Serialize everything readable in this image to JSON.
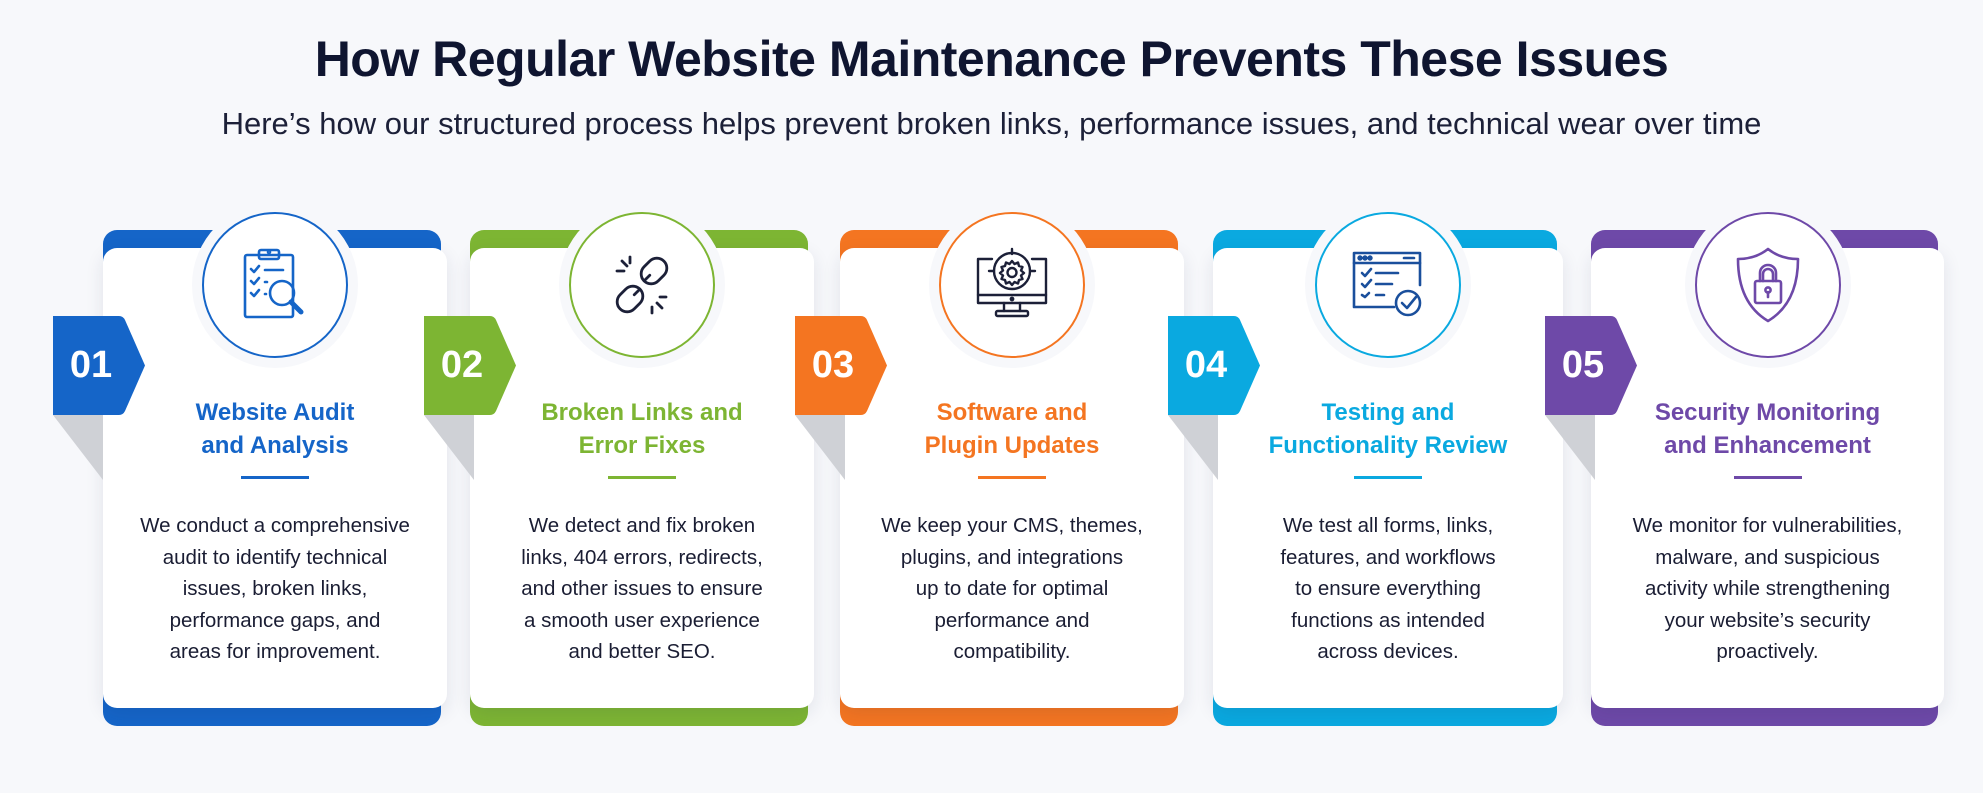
{
  "header": {
    "title": "How Regular Website Maintenance Prevents These Issues",
    "subtitle": "Here’s how our structured process helps prevent broken links, performance issues, and technical wear over time"
  },
  "steps": [
    {
      "number": "01",
      "title_line1": "Website Audit",
      "title_line2": "and Analysis",
      "text": [
        "We conduct a comprehensive",
        "audit to identify technical",
        "issues, broken links,",
        "performance gaps, and",
        "areas for improvement."
      ],
      "color": "#1565c8",
      "icon": "clipboard-search-icon"
    },
    {
      "number": "02",
      "title_line1": "Broken Links and",
      "title_line2": "Error Fixes",
      "text": [
        "We detect and fix broken",
        "links, 404 errors, redirects,",
        "and other issues to ensure",
        "a smooth user experience",
        "and better SEO."
      ],
      "color": "#7db533",
      "icon": "broken-link-icon"
    },
    {
      "number": "03",
      "title_line1": "Software and",
      "title_line2": "Plugin Updates",
      "text": [
        "We keep your CMS, themes,",
        "plugins, and integrations",
        "up to date for optimal",
        "performance and",
        "compatibility."
      ],
      "color": "#f47521",
      "icon": "monitor-gear-icon"
    },
    {
      "number": "04",
      "title_line1": "Testing and",
      "title_line2": "Functionality Review",
      "text": [
        "We test all forms, links,",
        "features, and workflows",
        "to ensure everything",
        "functions as intended",
        "across devices."
      ],
      "color": "#0aa9e0",
      "icon": "browser-checklist-icon"
    },
    {
      "number": "05",
      "title_line1": "Security Monitoring",
      "title_line2": "and Enhancement",
      "text": [
        "We monitor for vulnerabilities,",
        "malware, and suspicious",
        "activity while strengthening",
        "your website’s security",
        "proactively."
      ],
      "color": "#6e49a8",
      "icon": "shield-lock-icon"
    }
  ]
}
